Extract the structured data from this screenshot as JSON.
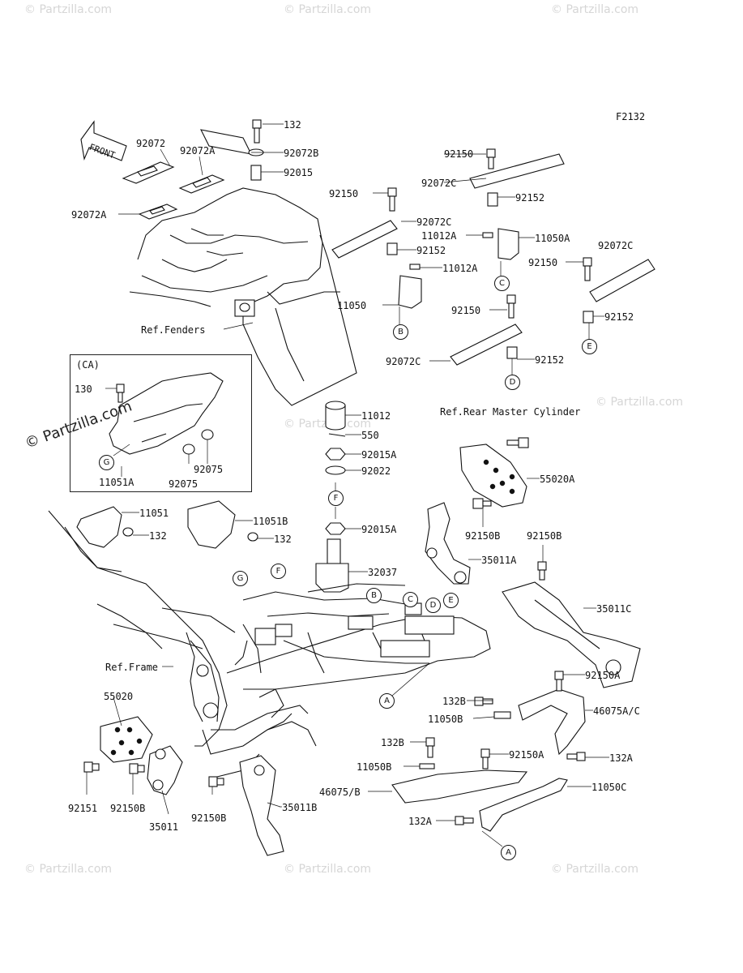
{
  "figure_code": "F2132",
  "front_arrow_text": "FRONT",
  "watermarks": {
    "small": "© Partzilla.com",
    "large": "© Partzilla.com"
  },
  "inset": {
    "title": "(CA)"
  },
  "labels": {
    "l132_top": "132",
    "l92072B": "92072B",
    "l92015": "92015",
    "l92072": "92072",
    "l92072A": "92072A",
    "l92072A_2": "92072A",
    "l92150_a": "92150",
    "l92072C_a": "92072C",
    "l92152_a": "92152",
    "l92150_b": "92150",
    "l92072C_b": "92072C",
    "l11012A_a": "11012A",
    "l11050A": "11050A",
    "l92152_b": "92152",
    "l11012A_b": "11012A",
    "l92072C_c": "92072C",
    "l11050": "11050",
    "l92150_c": "92150",
    "l92150_d": "92150",
    "l92152_c": "92152",
    "l92072C_d": "92072C",
    "l92152_d": "92152",
    "ref_fenders": "Ref.Fenders",
    "l130": "130",
    "l11051A": "11051A",
    "l92075_a": "92075",
    "l92075_b": "92075",
    "l11012": "11012",
    "l550": "550",
    "l92015A_a": "92015A",
    "l92022": "92022",
    "ref_rear_master": "Ref.Rear Master Cylinder",
    "l55020A": "55020A",
    "l11051": "11051",
    "l132_a": "132",
    "l11051B": "11051B",
    "l132_b": "132",
    "l92015A_b": "92015A",
    "l92150B_a": "92150B",
    "l92150B_b": "92150B",
    "l35011A": "35011A",
    "l32037": "32037",
    "l35011C": "35011C",
    "ref_frame": "Ref.Frame",
    "l92150A_a": "92150A",
    "l55020": "55020",
    "l132B_a": "132B",
    "l46075AC": "46075A/C",
    "l11050B_a": "11050B",
    "l132B_b": "132B",
    "l92150A_b": "92150A",
    "l132A_a": "132A",
    "l11050B_b": "11050B",
    "l46075B": "46075/B",
    "l35011B": "35011B",
    "l11050C": "11050C",
    "l132A_b": "132A",
    "l92151": "92151",
    "l92150B_c": "92150B",
    "l92150B_d": "92150B",
    "l35011": "35011"
  },
  "callouts": {
    "B1": "B",
    "C1": "C",
    "E1": "E",
    "D1": "D",
    "G1": "G",
    "F1": "F",
    "G2": "G",
    "F2": "F",
    "B2": "B",
    "C2": "C",
    "D2": "D",
    "E2": "E",
    "A1": "A",
    "A2": "A"
  }
}
